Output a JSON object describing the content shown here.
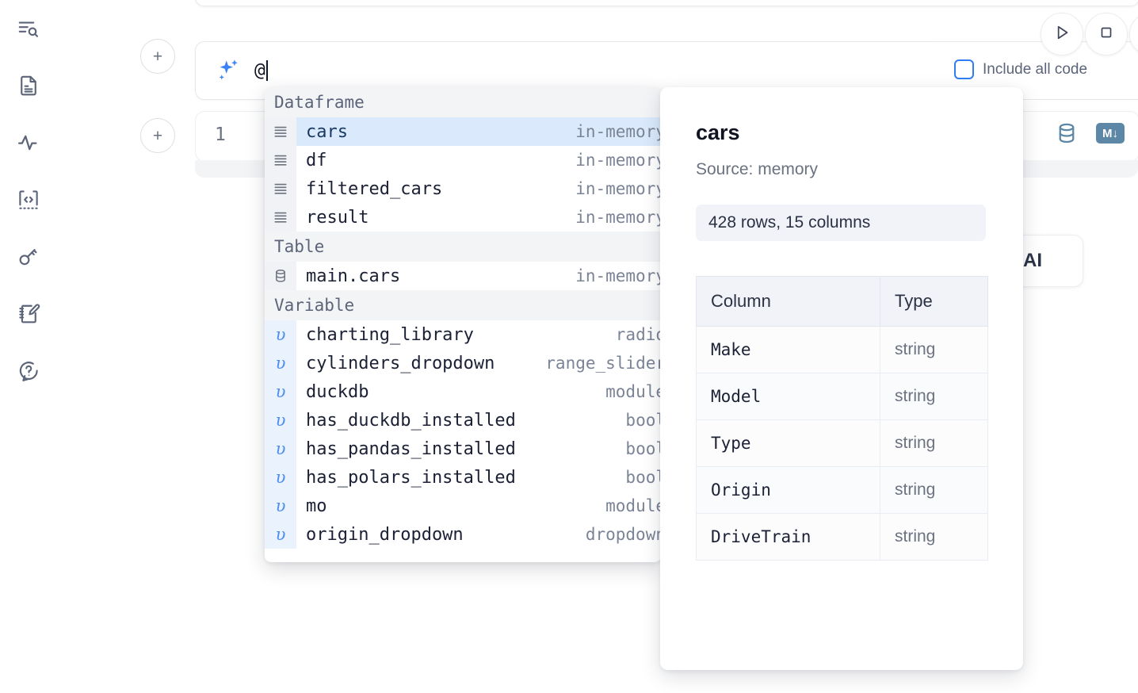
{
  "sidebar": {
    "items": [
      {
        "icon": "outline-search-icon",
        "name": "sidebar-item-outline"
      },
      {
        "icon": "file-text-icon",
        "name": "sidebar-item-files"
      },
      {
        "icon": "activity-pulse-icon",
        "name": "sidebar-item-activity"
      },
      {
        "icon": "code-snippet-icon",
        "name": "sidebar-item-snippets"
      },
      {
        "icon": "key-icon",
        "name": "sidebar-item-secrets"
      },
      {
        "icon": "notebook-pencil-icon",
        "name": "sidebar-item-scratchpad"
      },
      {
        "icon": "chat-question-icon",
        "name": "sidebar-item-help"
      }
    ]
  },
  "toolbar": {
    "run_label": "Run",
    "stop_label": "Stop",
    "run_icon": "play-triangle-icon",
    "stop_icon": "stop-square-icon"
  },
  "prompt": {
    "add_cell_label": "+",
    "sparkle_icon": "ai-sparkle-icon",
    "value": "@",
    "placeholder": "",
    "include_all_code_label": "Include all code",
    "include_all_code_checked": false
  },
  "cell": {
    "line_number": "1",
    "database_icon": "database-icon",
    "markdown_icon": "markdown-down-icon",
    "markdown_label": "M"
  },
  "ai_chip": {
    "label": "AI"
  },
  "autocomplete": {
    "sections": [
      {
        "title": "Dataframe",
        "icon": "dataframe-lines-icon",
        "rows": [
          {
            "name": "cars",
            "kind": "in-memory",
            "selected": true
          },
          {
            "name": "df",
            "kind": "in-memory",
            "selected": false
          },
          {
            "name": "filtered_cars",
            "kind": "in-memory",
            "selected": false
          },
          {
            "name": "result",
            "kind": "in-memory",
            "selected": false
          }
        ]
      },
      {
        "title": "Table",
        "icon": "database-icon",
        "rows": [
          {
            "name": "main.cars",
            "kind": "in-memory",
            "selected": false
          }
        ]
      },
      {
        "title": "Variable",
        "icon": "variable-upsilon-icon",
        "rows": [
          {
            "name": "charting_library",
            "kind": "radio",
            "selected": false
          },
          {
            "name": "cylinders_dropdown",
            "kind": "range_slider",
            "selected": false
          },
          {
            "name": "duckdb",
            "kind": "module",
            "selected": false
          },
          {
            "name": "has_duckdb_installed",
            "kind": "bool",
            "selected": false
          },
          {
            "name": "has_pandas_installed",
            "kind": "bool",
            "selected": false
          },
          {
            "name": "has_polars_installed",
            "kind": "bool",
            "selected": false
          },
          {
            "name": "mo",
            "kind": "module",
            "selected": false
          },
          {
            "name": "origin_dropdown",
            "kind": "dropdown",
            "selected": false
          }
        ]
      }
    ]
  },
  "detail": {
    "title": "cars",
    "source": "Source: memory",
    "shape": "428 rows, 15 columns",
    "columns_header": "Column",
    "type_header": "Type",
    "schema": [
      {
        "column": "Make",
        "type": "string"
      },
      {
        "column": "Model",
        "type": "string"
      },
      {
        "column": "Type",
        "type": "string"
      },
      {
        "column": "Origin",
        "type": "string"
      },
      {
        "column": "DriveTrain",
        "type": "string"
      }
    ]
  },
  "colors": {
    "accent_blue": "#3b82f6",
    "selection_blue": "#daeafc",
    "icon_slate": "#5b6478",
    "cell_icon_blue": "#5c87a6",
    "panel_gray": "#f1f3f8"
  }
}
